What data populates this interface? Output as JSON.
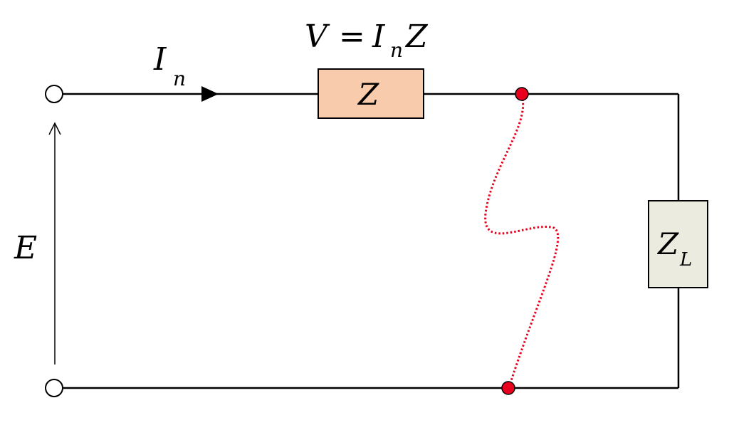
{
  "labels": {
    "current_symbol": "I",
    "current_subscript": "n",
    "voltage_lhs": "V",
    "equals": "=",
    "voltage_current": "I",
    "voltage_current_subscript": "n",
    "voltage_impedance": "Z",
    "impedance_label": "Z",
    "load_label": "Z",
    "load_subscript": "L",
    "source_label": "E"
  },
  "colors": {
    "wire": "#000000",
    "impedance_fill": "#f8cbad",
    "load_fill": "#ebebdf",
    "fault_node": "#e8001c",
    "fault_path": "#e8001c"
  }
}
